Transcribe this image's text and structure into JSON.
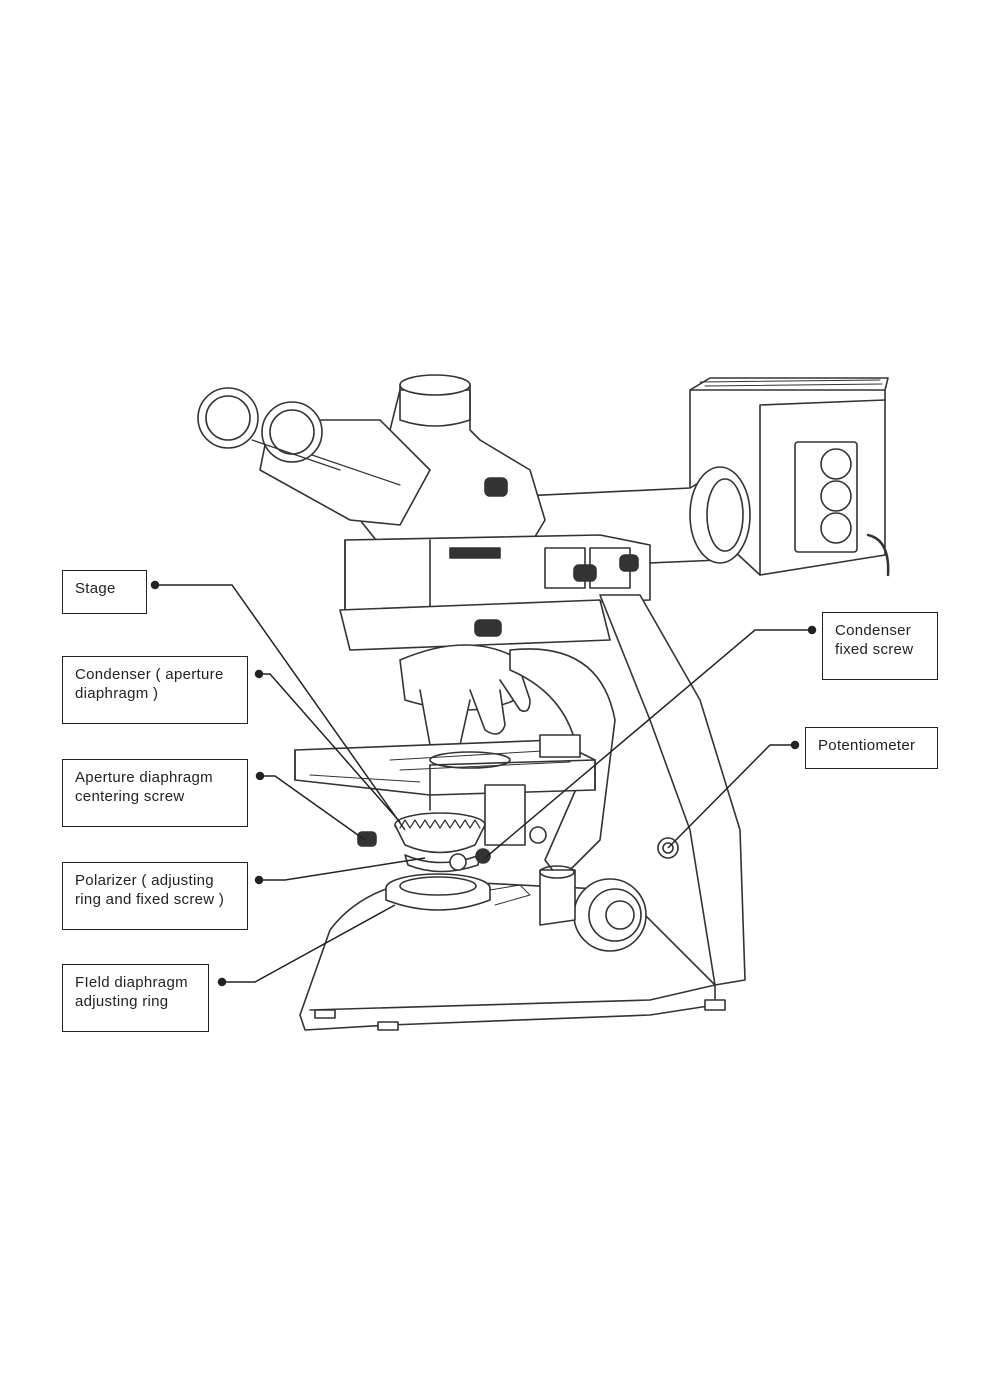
{
  "labels": {
    "stage": [
      "Stage"
    ],
    "condenser": [
      "Condenser ( aperture",
      "diaphragm )"
    ],
    "aperture_centering": [
      "Aperture diaphragm",
      "centering screw"
    ],
    "polarizer": [
      "Polarizer ( adjusting",
      "ring and fixed screw )"
    ],
    "field_diaphragm": [
      "FIeld diaphragm",
      "adjusting ring"
    ],
    "condenser_fixed_screw": [
      "Condenser",
      "fixed screw"
    ],
    "potentiometer": [
      "Potentiometer"
    ]
  },
  "colors": {
    "line": "#222222",
    "background": "#ffffff"
  }
}
